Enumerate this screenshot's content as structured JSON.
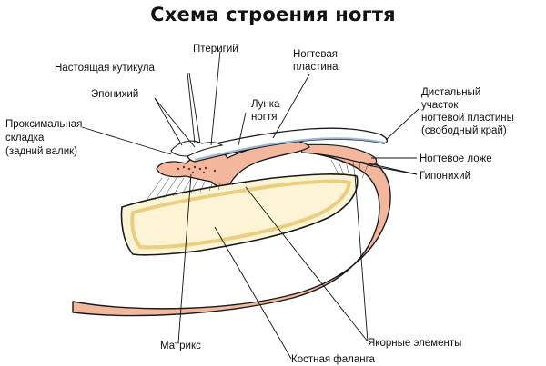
{
  "title": "Схема строения ногтя",
  "colors": {
    "skin": "#f2b79c",
    "skin_outline": "#1a1a1a",
    "bone_fill": "#fcf4d4",
    "bone_inner": "#f6e6a8",
    "nail_plate": "#ffffff",
    "nail_shadow": "#9ab7d9",
    "leader": "#111111"
  },
  "labels": {
    "pterygium": "Птеригий",
    "nail_plate_1": "Ногтевая",
    "nail_plate_2": "пластина",
    "true_cuticle": "Настоящая кутикула",
    "eponychium": "Эпонихий",
    "lunula_1": "Лунка",
    "lunula_2": "ногтя",
    "proximal_1": "Проксимальная",
    "proximal_2": "складка",
    "proximal_3": "(задний валик)",
    "distal_1": "Дистальный",
    "distal_2": "участок",
    "distal_3": "ногтевой пластины",
    "distal_4": "(свободный край)",
    "nail_bed": "Ногтевое ложе",
    "hyponychium": "Гипонихий",
    "matrix": "Матрикс",
    "anchor": "Якорные элементы",
    "bone": "Костная фаланга"
  }
}
